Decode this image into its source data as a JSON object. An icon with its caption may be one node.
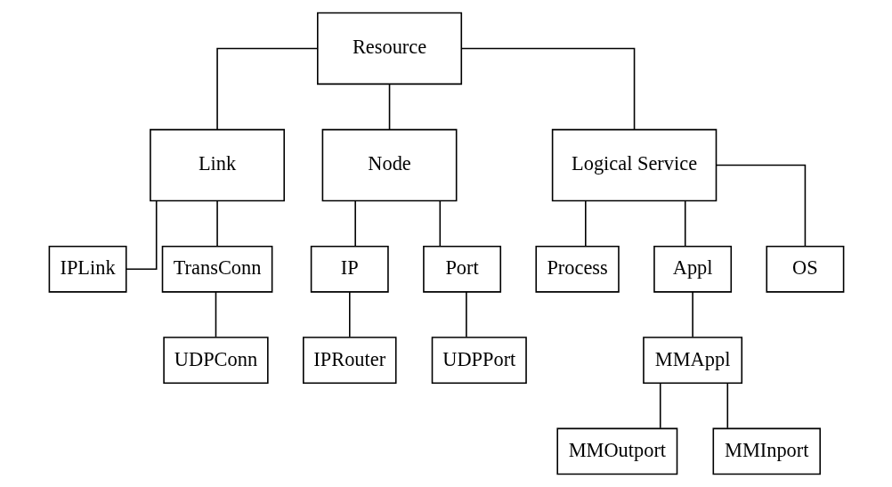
{
  "diagram": {
    "nodes": [
      {
        "text": [
          "Resource"
        ]
      },
      {
        "text": [
          "Link"
        ]
      },
      {
        "text": [
          "Node"
        ]
      },
      {
        "text": [
          "Logical Service"
        ]
      },
      {
        "text": [
          "IPLink"
        ]
      },
      {
        "text": [
          "TransConn"
        ]
      },
      {
        "text": [
          "IP"
        ]
      },
      {
        "text": [
          "Port"
        ]
      },
      {
        "text": [
          "Process"
        ]
      },
      {
        "text": [
          "Appl"
        ]
      },
      {
        "text": [
          "OS"
        ]
      },
      {
        "text": [
          "UDPConn"
        ]
      },
      {
        "text": [
          "IPRouter"
        ]
      },
      {
        "text": [
          "UDPPort"
        ]
      },
      {
        "text": [
          "MMAppl"
        ]
      },
      {
        "text": [
          "MMOutport"
        ]
      },
      {
        "text": [
          "MMInport"
        ]
      }
    ],
    "edges": [
      {
        "from": 0,
        "to": 1,
        "arrow": "none"
      },
      {
        "from": 0,
        "to": 2,
        "arrow": "none"
      },
      {
        "from": 0,
        "to": 3,
        "arrow": "none"
      },
      {
        "from": 1,
        "to": 4,
        "arrow": "none"
      },
      {
        "from": 1,
        "to": 5,
        "arrow": "none"
      },
      {
        "from": 2,
        "to": 6,
        "arrow": "none"
      },
      {
        "from": 2,
        "to": 7,
        "arrow": "none"
      },
      {
        "from": 3,
        "to": 8,
        "arrow": "none"
      },
      {
        "from": 3,
        "to": 9,
        "arrow": "none"
      },
      {
        "from": 3,
        "to": 10,
        "arrow": "none"
      },
      {
        "from": 5,
        "to": 11,
        "arrow": "none"
      },
      {
        "from": 6,
        "to": 12,
        "arrow": "none"
      },
      {
        "from": 7,
        "to": 13,
        "arrow": "none"
      },
      {
        "from": 9,
        "to": 14,
        "arrow": "none"
      },
      {
        "from": 14,
        "to": 15,
        "arrow": "none"
      },
      {
        "from": 14,
        "to": 16,
        "arrow": "none"
      }
    ]
  }
}
